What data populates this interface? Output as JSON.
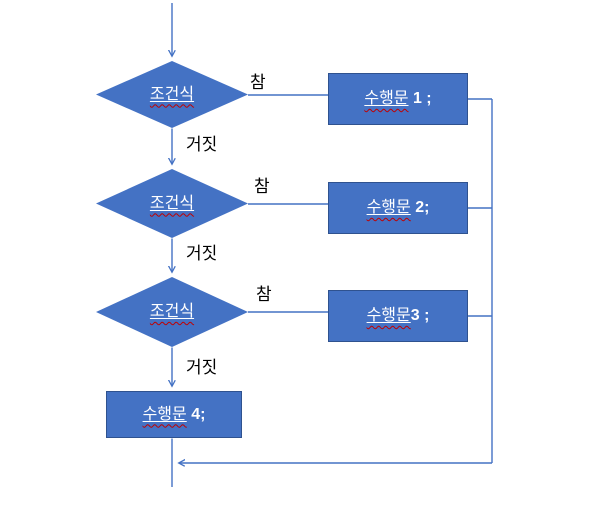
{
  "diagram": {
    "kind": "flowchart",
    "colors": {
      "shape_fill": "#4472c4",
      "shape_border": "#2f528f",
      "connector": "#4472c4",
      "shape_text": "#ffffff",
      "edge_label_text": "#000000",
      "spellcheck_squiggle": "#c00000",
      "background": "#ffffff"
    },
    "decisions": [
      {
        "label": "조건식"
      },
      {
        "label": "조건식"
      },
      {
        "label": "조건식"
      }
    ],
    "processes": [
      {
        "ko": "수행문",
        "rest": " 1 ;"
      },
      {
        "ko": "수행문",
        "rest": " 2;"
      },
      {
        "ko": "수행문",
        "rest": "3 ;"
      },
      {
        "ko": "수행문",
        "rest": " 4;"
      }
    ],
    "edges": [
      {
        "true_label": "참",
        "false_label": "거짓"
      },
      {
        "true_label": "참",
        "false_label": "거짓"
      },
      {
        "true_label": "참",
        "false_label": "거짓"
      }
    ]
  }
}
